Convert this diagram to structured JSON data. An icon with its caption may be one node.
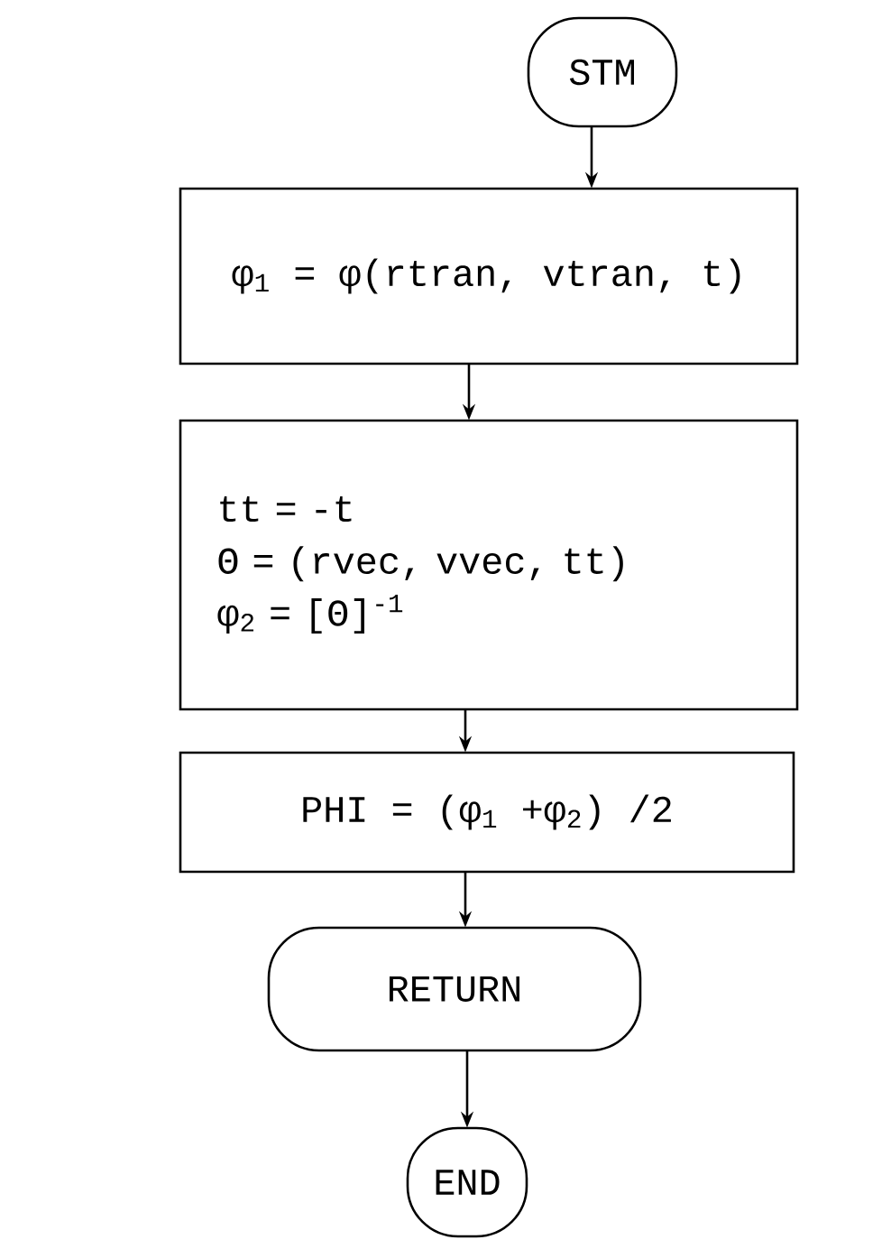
{
  "diagram": {
    "nodes": [
      {
        "text": [
          "STM"
        ]
      },
      {
        "text": [
          "φ$_{1}$ = φ(rtran, vtran, t)"
        ]
      },
      {
        "text": [
          "tt = -t",
          "Θ = (rvec, vvec, tt)",
          "φ$_{2}$ = [Θ]$^{-1}$"
        ]
      },
      {
        "text": [
          "PHI = (φ$_{1}$ +φ$_{2}$) /2"
        ]
      },
      {
        "text": [
          "RETURN"
        ]
      },
      {
        "text": [
          "END"
        ]
      }
    ],
    "edges": [
      {
        "from": 0,
        "to": 1,
        "arrow": "to"
      },
      {
        "from": 1,
        "to": 2,
        "arrow": "to"
      },
      {
        "from": 2,
        "to": 3,
        "arrow": "to"
      },
      {
        "from": 3,
        "to": 4,
        "arrow": "to"
      },
      {
        "from": 4,
        "to": 5,
        "arrow": "to"
      }
    ]
  }
}
